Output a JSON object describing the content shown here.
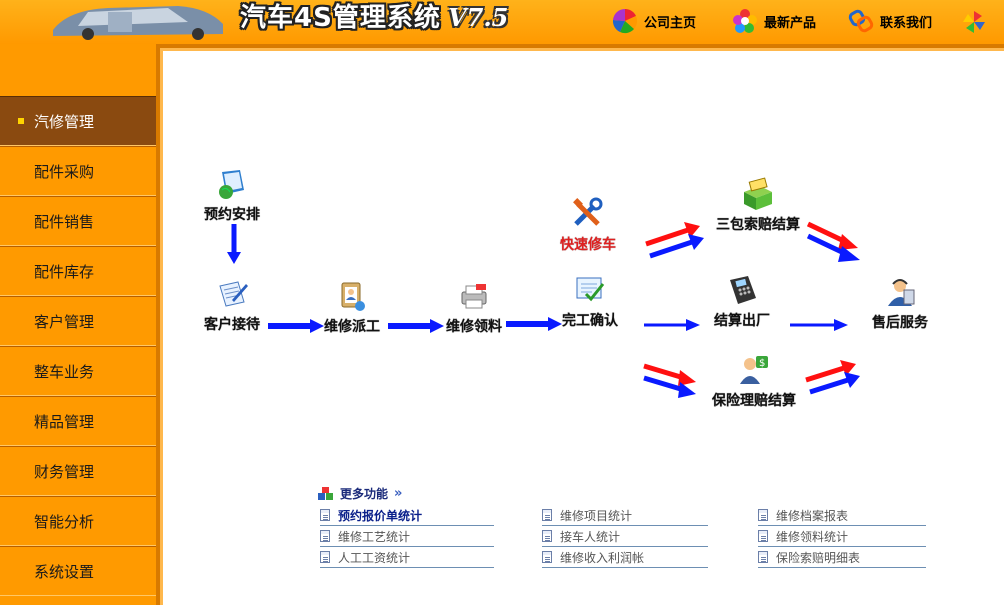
{
  "header": {
    "title": "汽车4S管理系统",
    "version": "V7.5",
    "links": [
      {
        "label": "公司主页",
        "icon": "color-wheel-icon"
      },
      {
        "label": "最新产品",
        "icon": "flower-icon"
      },
      {
        "label": "联系我们",
        "icon": "link-icon"
      }
    ]
  },
  "sidebar": {
    "items": [
      {
        "label": "汽修管理",
        "active": true
      },
      {
        "label": "配件采购"
      },
      {
        "label": "配件销售"
      },
      {
        "label": "配件库存"
      },
      {
        "label": "客户管理"
      },
      {
        "label": "整车业务"
      },
      {
        "label": "精品管理"
      },
      {
        "label": "财务管理"
      },
      {
        "label": "智能分析"
      },
      {
        "label": "系统设置"
      }
    ]
  },
  "flow": {
    "appointment": "预约安排",
    "reception": "客户接待",
    "dispatch": "维修派工",
    "materials": "维修领料",
    "completion": "完工确认",
    "quick_repair": "快速修车",
    "warranty_claim": "三包索赔结算",
    "checkout": "结算出厂",
    "insurance_claim": "保险理赔结算",
    "after_sales": "售后服务"
  },
  "more": {
    "title": "更多功能",
    "items": [
      [
        "预约报价单统计",
        "维修项目统计",
        "维修档案报表"
      ],
      [
        "维修工艺统计",
        "接车人统计",
        "维修领料统计"
      ],
      [
        "人工工资统计",
        "维修收入利润帐",
        "保险索赔明细表"
      ]
    ]
  },
  "colors": {
    "orange": "#ff9a00",
    "active_nav": "#8a4a10",
    "arrow_blue": "#0a1aff",
    "arrow_red": "#ff1010"
  }
}
